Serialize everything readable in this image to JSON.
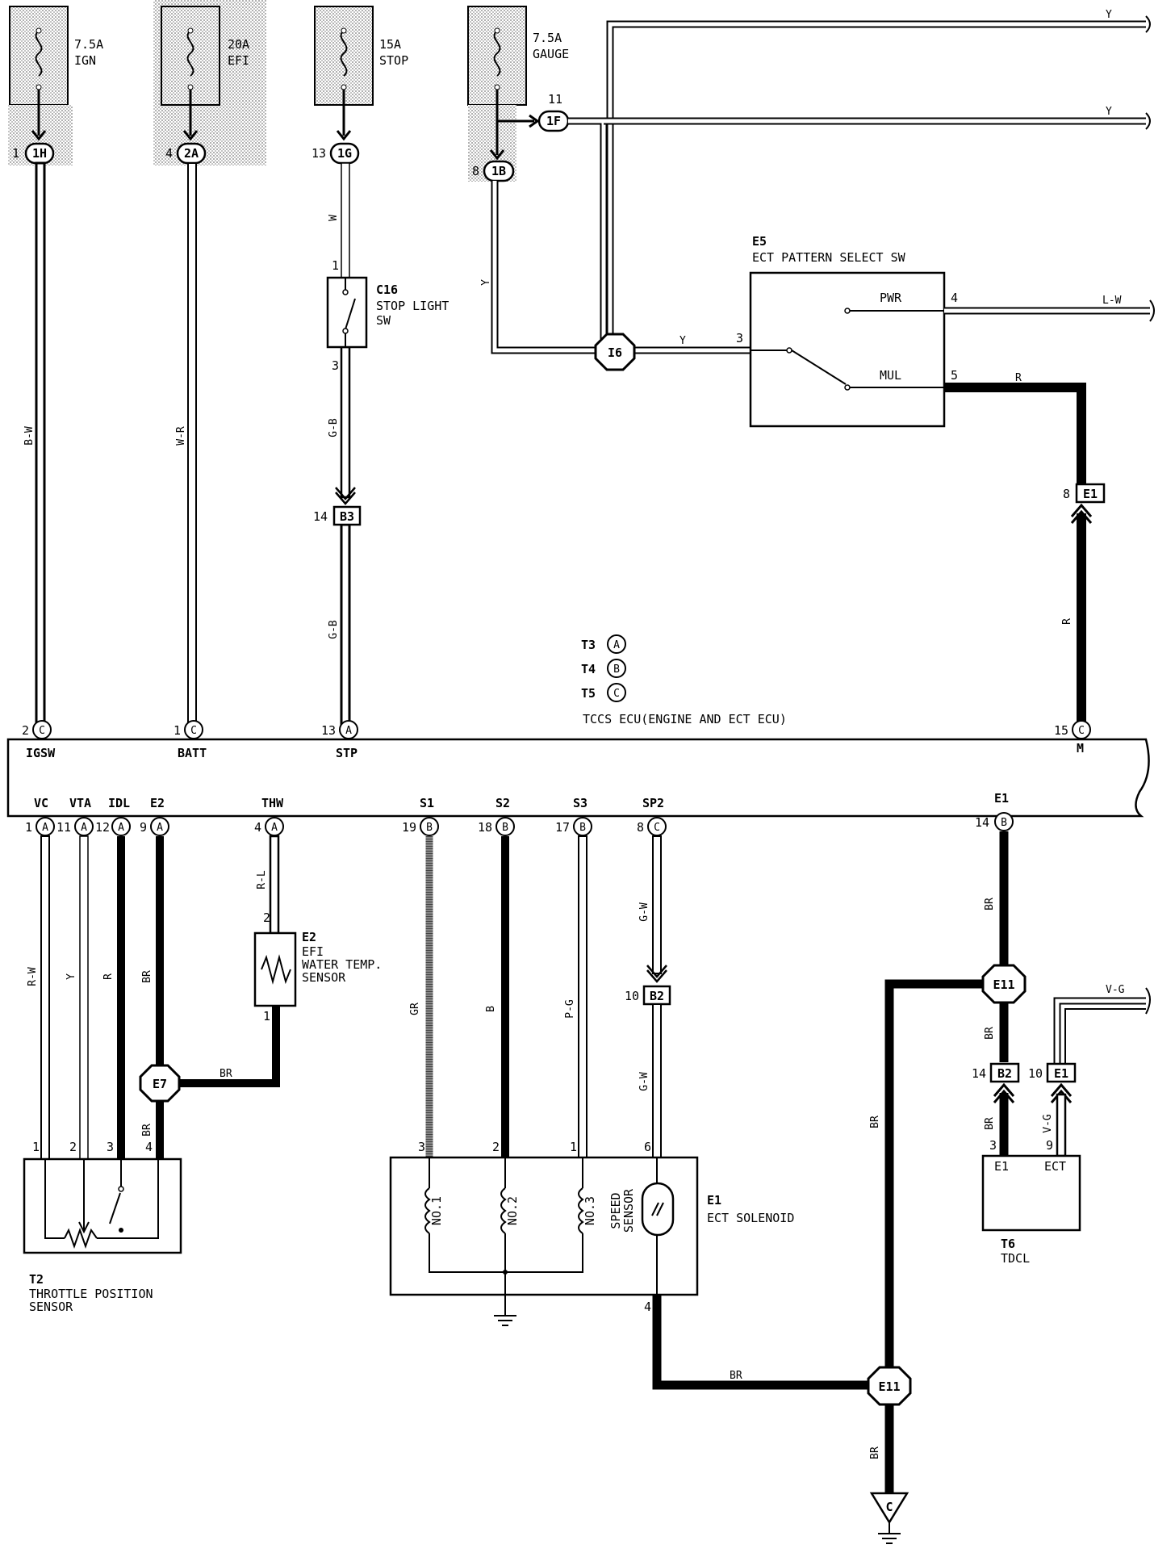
{
  "fuses": [
    {
      "amps": "7.5A",
      "name": "IGN"
    },
    {
      "amps": "20A",
      "name": "EFI"
    },
    {
      "amps": "15A",
      "name": "STOP"
    },
    {
      "amps": "7.5A",
      "name": "GAUGE"
    }
  ],
  "top_connectors": {
    "ign": {
      "pin": "1",
      "code": "1H"
    },
    "efi": {
      "pin": "4",
      "code": "2A"
    },
    "stop": {
      "pin": "13",
      "code": "1G"
    },
    "gauge": {
      "pin": "8",
      "code": "1B"
    },
    "gauge_branch": {
      "pin": "11",
      "code": "1F"
    }
  },
  "wire_colors": {
    "ign": "B-W",
    "efi": "W-R",
    "stop_top": "W",
    "stop_mid": "G-B",
    "stop_low": "G-B",
    "gauge_down": "Y",
    "gauge_to_i6": "Y",
    "top_y1": "Y",
    "top_y2": "Y",
    "pwr": "L-W",
    "mul": "R",
    "mul_down": "R",
    "vc": "R-W",
    "vta": "Y",
    "idl": "R",
    "e2": "BR",
    "thw": "R-L",
    "e7_link": "BR",
    "e7_down": "BR",
    "s1": "GR",
    "s2": "B",
    "s3": "P-G",
    "sp2_top": "G-W",
    "sp2_low": "G-W",
    "e1_top": "BR",
    "e11_link": "BR",
    "e11_down": "BR",
    "tdcl_e1": "BR",
    "tdcl_ect": "V-G",
    "tdcl_top": "V-G",
    "sol4": "BR",
    "ground_down": "BR"
  },
  "stop_switch": {
    "id": "C16",
    "name_line1": "STOP LIGHT",
    "name_line2": "SW",
    "pin_top": "1",
    "pin_bottom": "3"
  },
  "pattern_switch": {
    "id": "E5",
    "name": "ECT PATTERN SELECT SW",
    "pos_pwr": "PWR",
    "pos_mul": "MUL",
    "pin_pwr": "4",
    "pin_mul": "5",
    "pin_com": "3"
  },
  "junctions": {
    "i6": "I6",
    "e7": "E7",
    "e11_upper": "E11",
    "e11_lower": "E11"
  },
  "connectors": {
    "b3": {
      "pin": "14",
      "code": "B3"
    },
    "e1_right": {
      "pin": "8",
      "code": "E1"
    },
    "b2_speed": {
      "pin": "10",
      "code": "B2"
    },
    "b2_tdcl": {
      "pin": "14",
      "code": "B2"
    },
    "e1_tdcl": {
      "pin": "10",
      "code": "E1"
    }
  },
  "ecu": {
    "title": "TCCS ECU(ENGINE AND ECT ECU)",
    "legend": [
      {
        "id": "T3",
        "letter": "A"
      },
      {
        "id": "T4",
        "letter": "B"
      },
      {
        "id": "T5",
        "letter": "C"
      }
    ],
    "top_pins": [
      {
        "pin": "2",
        "letter": "C",
        "label": "IGSW"
      },
      {
        "pin": "1",
        "letter": "C",
        "label": "BATT"
      },
      {
        "pin": "13",
        "letter": "A",
        "label": "STP"
      },
      {
        "pin": "15",
        "letter": "C",
        "label": "M"
      }
    ],
    "bottom_pins": [
      {
        "pin": "1",
        "letter": "A",
        "label": "VC"
      },
      {
        "pin": "11",
        "letter": "A",
        "label": "VTA"
      },
      {
        "pin": "12",
        "letter": "A",
        "label": "IDL"
      },
      {
        "pin": "9",
        "letter": "A",
        "label": "E2"
      },
      {
        "pin": "4",
        "letter": "A",
        "label": "THW"
      },
      {
        "pin": "19",
        "letter": "B",
        "label": "S1"
      },
      {
        "pin": "18",
        "letter": "B",
        "label": "S2"
      },
      {
        "pin": "17",
        "letter": "B",
        "label": "S3"
      },
      {
        "pin": "8",
        "letter": "C",
        "label": "SP2"
      },
      {
        "pin": "14",
        "letter": "B",
        "label": "E1"
      }
    ]
  },
  "water_sensor": {
    "id": "E2",
    "line1": "EFI",
    "line2": "WATER TEMP.",
    "line3": "SENSOR",
    "pin_top": "2",
    "pin_bottom": "1"
  },
  "throttle": {
    "id": "T2",
    "line1": "THROTTLE POSITION",
    "line2": "SENSOR",
    "pins": [
      "1",
      "2",
      "3",
      "4"
    ]
  },
  "solenoid": {
    "id": "E1",
    "name": "ECT SOLENOID",
    "pins": [
      "3",
      "2",
      "1",
      "6"
    ],
    "pin_out": "4",
    "coils": [
      "NO.1",
      "NO.2",
      "NO.3"
    ],
    "speed_line1": "SPEED",
    "speed_line2": "SENSOR"
  },
  "tdcl": {
    "id": "T6",
    "name": "TDCL",
    "term_e1": "E1",
    "term_ect": "ECT",
    "pin_e1": "3",
    "pin_ect": "9"
  },
  "ground": {
    "letter": "C"
  }
}
